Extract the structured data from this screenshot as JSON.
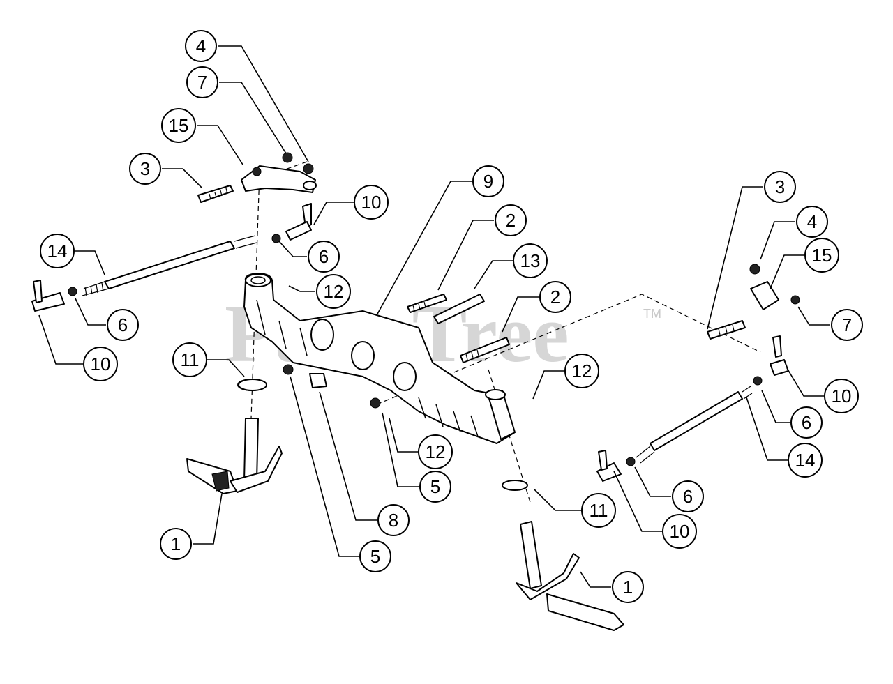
{
  "watermark": {
    "text": "PartsTree",
    "trademark": "TM"
  },
  "callouts": [
    {
      "id": "c4a",
      "label": "4"
    },
    {
      "id": "c7a",
      "label": "7"
    },
    {
      "id": "c15a",
      "label": "15"
    },
    {
      "id": "c3a",
      "label": "3"
    },
    {
      "id": "c10a",
      "label": "10"
    },
    {
      "id": "c6a",
      "label": "6"
    },
    {
      "id": "c14a",
      "label": "14"
    },
    {
      "id": "c6b",
      "label": "6"
    },
    {
      "id": "c10b",
      "label": "10"
    },
    {
      "id": "c12a",
      "label": "12"
    },
    {
      "id": "c11a",
      "label": "11"
    },
    {
      "id": "c9",
      "label": "9"
    },
    {
      "id": "c2a",
      "label": "2"
    },
    {
      "id": "c13",
      "label": "13"
    },
    {
      "id": "c2b",
      "label": "2"
    },
    {
      "id": "c12b",
      "label": "12"
    },
    {
      "id": "c12c",
      "label": "12"
    },
    {
      "id": "c5a",
      "label": "5"
    },
    {
      "id": "c8",
      "label": "8"
    },
    {
      "id": "c5b",
      "label": "5"
    },
    {
      "id": "c1a",
      "label": "1"
    },
    {
      "id": "c11b",
      "label": "11"
    },
    {
      "id": "c1b",
      "label": "1"
    },
    {
      "id": "c3b",
      "label": "3"
    },
    {
      "id": "c4b",
      "label": "4"
    },
    {
      "id": "c15b",
      "label": "15"
    },
    {
      "id": "c7b",
      "label": "7"
    },
    {
      "id": "c10c",
      "label": "10"
    },
    {
      "id": "c6c",
      "label": "6"
    },
    {
      "id": "c14b",
      "label": "14"
    },
    {
      "id": "c6d",
      "label": "6"
    },
    {
      "id": "c10d",
      "label": "10"
    }
  ]
}
